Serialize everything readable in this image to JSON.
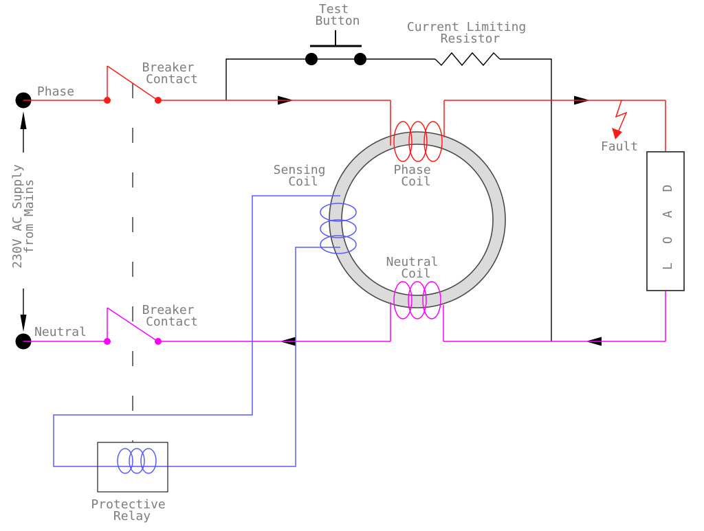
{
  "labels": {
    "test_button": [
      "Test",
      "Button"
    ],
    "current_limiting_resistor": [
      "Current Limiting",
      "Resistor"
    ],
    "breaker_contact_top": [
      "Breaker",
      "Contact"
    ],
    "breaker_contact_bottom": [
      "Breaker",
      "Contact"
    ],
    "phase": "Phase",
    "neutral": "Neutral",
    "supply": [
      "230V AC Supply",
      "from Mains"
    ],
    "sensing_coil": [
      "Sensing",
      "Coil"
    ],
    "phase_coil": [
      "Phase",
      "Coil"
    ],
    "neutral_coil": [
      "Neutral",
      "Coil"
    ],
    "fault": "Fault",
    "load": "LOAD",
    "protective_relay": [
      "Protective",
      "Relay"
    ]
  },
  "colors": {
    "phase": "#ff1a1a",
    "neutral": "#ff00ff",
    "sensing": "#5a5aff",
    "wire": "#000000",
    "label": "#7d7d7d",
    "core_fill": "#dbdbdb",
    "core_stroke": "#4a4a4a",
    "frame": "#4a4a4a"
  }
}
